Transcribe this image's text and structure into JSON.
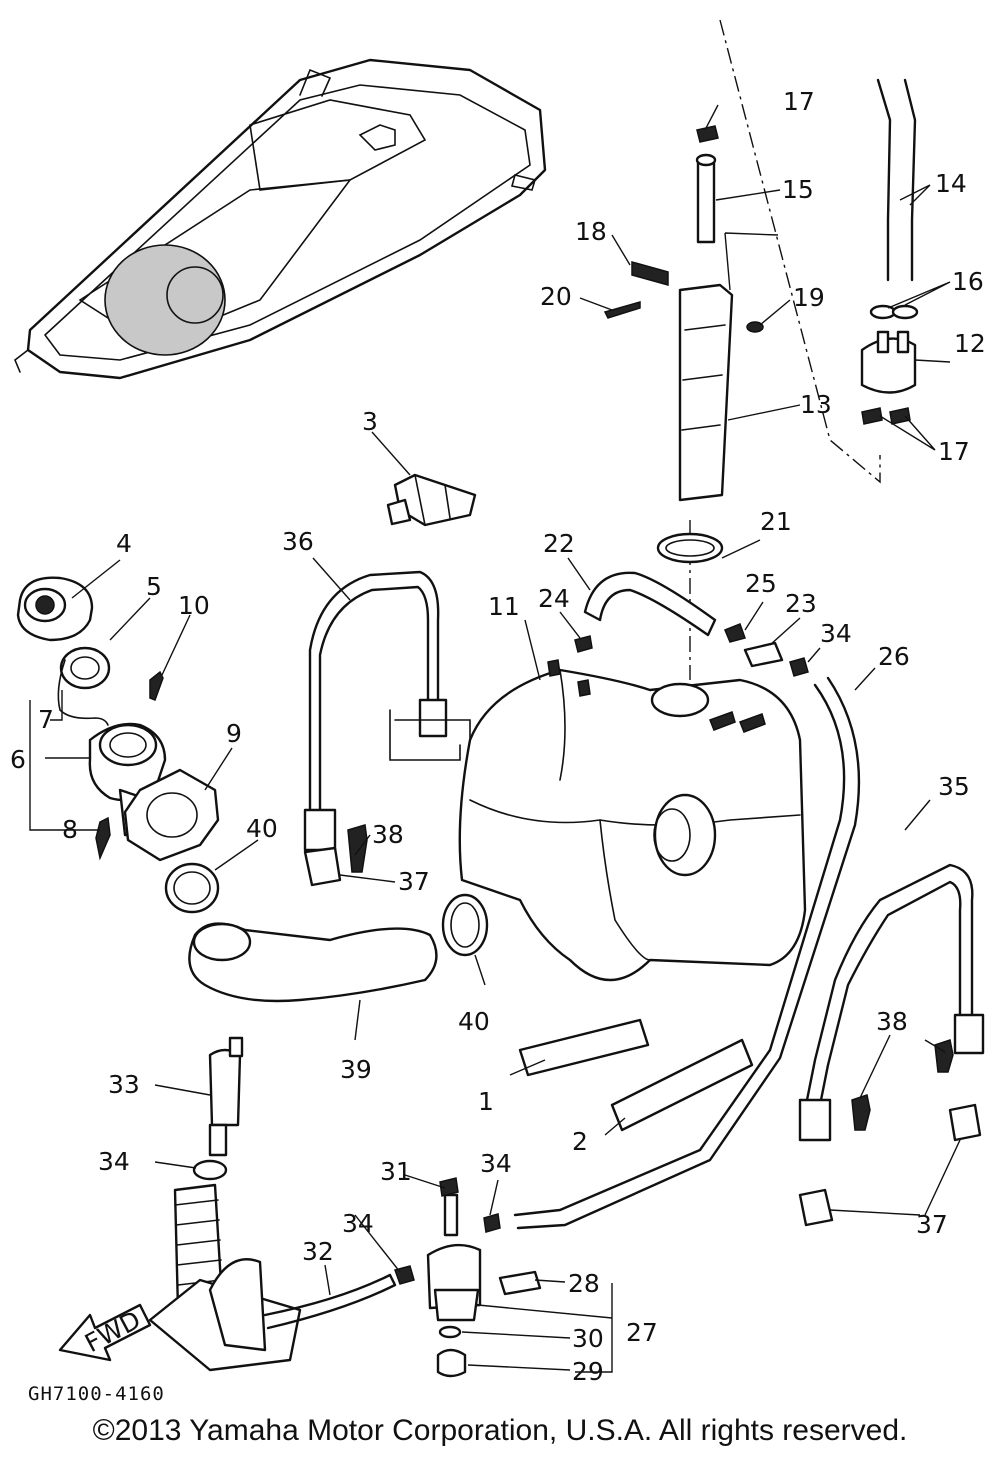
{
  "diagram": {
    "drawing_code": "GH7100-4160",
    "copyright": "©2013 Yamaha Motor Corporation, U.S.A. All rights reserved.",
    "direction_arrow": "FWD",
    "callouts": [
      "1",
      "2",
      "3",
      "4",
      "5",
      "6",
      "7",
      "8",
      "9",
      "10",
      "11",
      "12",
      "13",
      "14",
      "15",
      "16",
      "17",
      "17",
      "18",
      "19",
      "20",
      "21",
      "22",
      "23",
      "24",
      "25",
      "26",
      "27",
      "28",
      "29",
      "30",
      "31",
      "32",
      "33",
      "34",
      "34",
      "34",
      "34",
      "35",
      "36",
      "37",
      "37",
      "38",
      "38",
      "39",
      "40",
      "40"
    ]
  },
  "icons": {
    "fwd_arrow": "fwd-arrow-icon"
  }
}
